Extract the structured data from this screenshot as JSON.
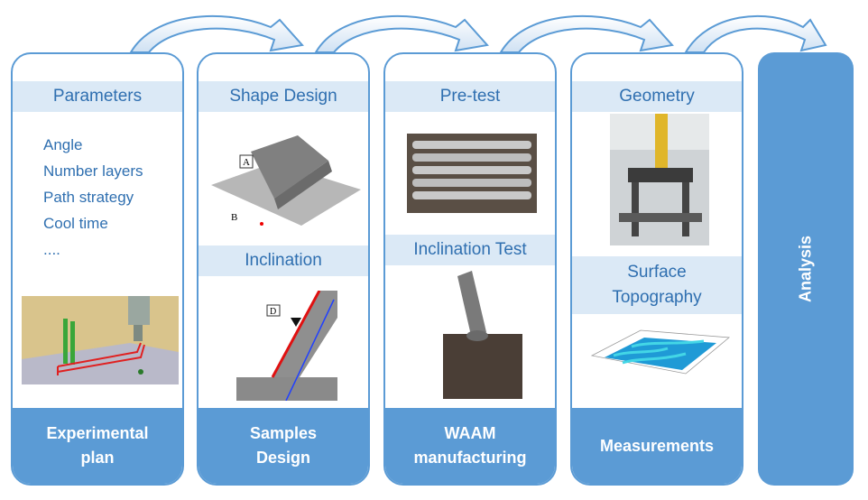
{
  "stages": [
    {
      "footer_lines": [
        "Experimental",
        "plan"
      ],
      "header": "Parameters",
      "params": [
        "Angle",
        "Number layers",
        "Path strategy",
        "Cool time",
        "...."
      ]
    },
    {
      "footer_lines": [
        "Samples",
        "Design"
      ],
      "header_top": "Shape Design",
      "header_mid": "Inclination",
      "labels": {
        "a": "A",
        "b": "B",
        "d": "D"
      }
    },
    {
      "footer_lines": [
        "WAAM",
        "manufacturing"
      ],
      "header_top": "Pre-test",
      "header_mid": "Inclination Test"
    },
    {
      "footer_lines": [
        "Measurements"
      ],
      "header_top": "Geometry",
      "header_mid_lines": [
        "Surface",
        "Topography"
      ]
    }
  ],
  "analysis": "Analysis",
  "colors": {
    "accent": "#5b9bd5",
    "header_bg": "#dbe9f6",
    "text_blue": "#2f6fb0"
  }
}
